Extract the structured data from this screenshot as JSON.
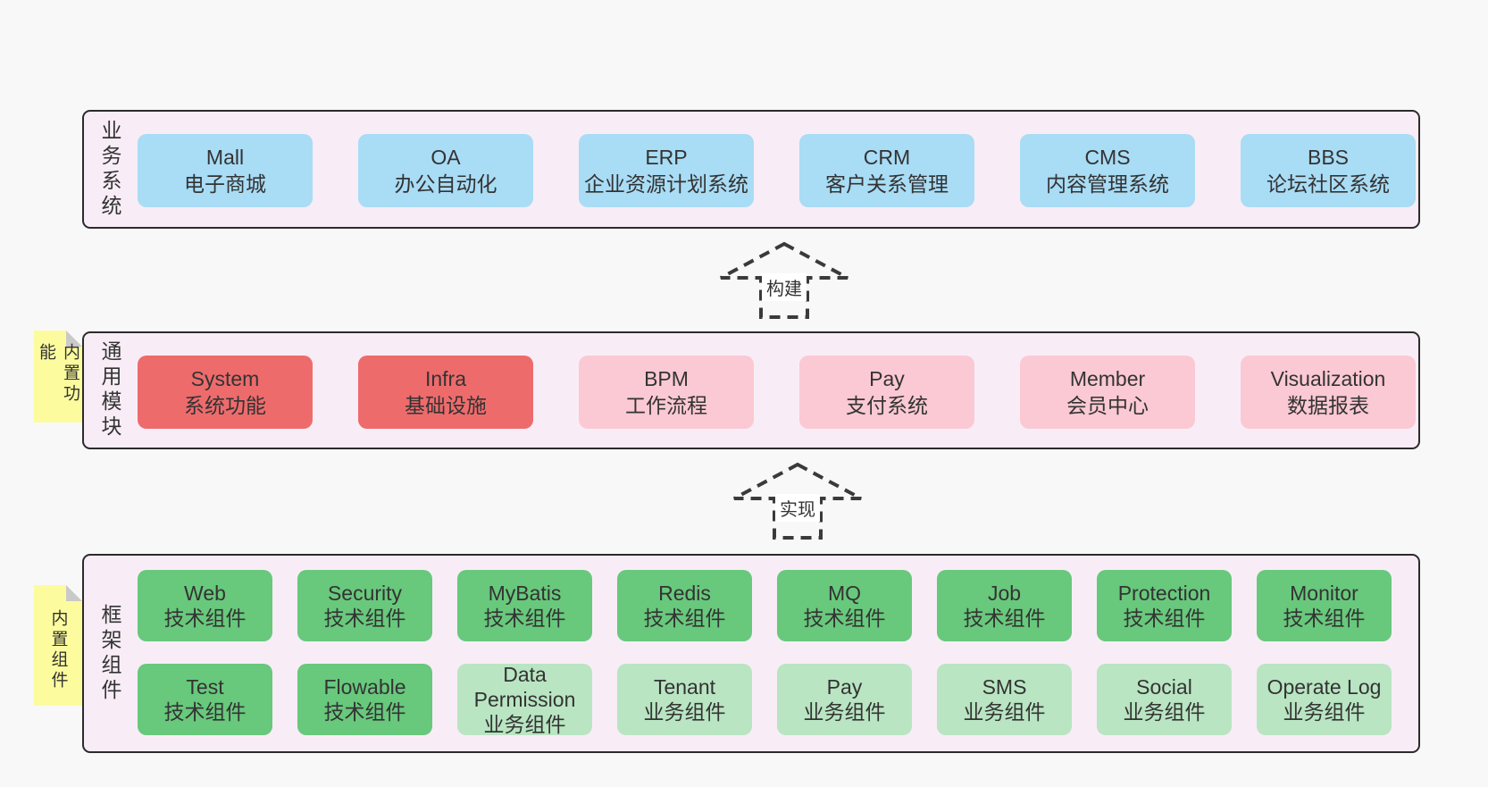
{
  "colors": {
    "page_bg": "#f8f8f8",
    "section_bg": "#f8edf6",
    "section_border": "#2b2b2b",
    "blue": "#a9dcf5",
    "red": "#ee6b6c",
    "pink": "#fbc9d3",
    "green": "#68c87c",
    "light_green": "#b9e5c2",
    "sticky_yellow": "#fcfc9e",
    "sticky_fold": "#c9c9c9",
    "text": "#333333"
  },
  "arrows": [
    {
      "label": "构建"
    },
    {
      "label": "实现"
    }
  ],
  "sections": [
    {
      "label": "业务系统",
      "sticky": "",
      "rows": [
        [
          {
            "title": "Mall",
            "subtitle": "电子商城",
            "color": "blue"
          },
          {
            "title": "OA",
            "subtitle": "办公自动化",
            "color": "blue"
          },
          {
            "title": "ERP",
            "subtitle": "企业资源计划系统",
            "color": "blue"
          },
          {
            "title": "CRM",
            "subtitle": "客户关系管理",
            "color": "blue"
          },
          {
            "title": "CMS",
            "subtitle": "内容管理系统",
            "color": "blue"
          },
          {
            "title": "BBS",
            "subtitle": "论坛社区系统",
            "color": "blue"
          }
        ]
      ]
    },
    {
      "label": "通用模块",
      "sticky": "内置功能",
      "rows": [
        [
          {
            "title": "System",
            "subtitle": "系统功能",
            "color": "red"
          },
          {
            "title": "Infra",
            "subtitle": "基础设施",
            "color": "red"
          },
          {
            "title": "BPM",
            "subtitle": "工作流程",
            "color": "pink"
          },
          {
            "title": "Pay",
            "subtitle": "支付系统",
            "color": "pink"
          },
          {
            "title": "Member",
            "subtitle": "会员中心",
            "color": "pink"
          },
          {
            "title": "Visualization",
            "subtitle": "数据报表",
            "color": "pink"
          }
        ]
      ]
    },
    {
      "label": "框架组件",
      "sticky": "内置组件",
      "rows": [
        [
          {
            "title": "Web",
            "subtitle": "技术组件",
            "color": "green"
          },
          {
            "title": "Security",
            "subtitle": "技术组件",
            "color": "green"
          },
          {
            "title": "MyBatis",
            "subtitle": "技术组件",
            "color": "green"
          },
          {
            "title": "Redis",
            "subtitle": "技术组件",
            "color": "green"
          },
          {
            "title": "MQ",
            "subtitle": "技术组件",
            "color": "green"
          },
          {
            "title": "Job",
            "subtitle": "技术组件",
            "color": "green"
          },
          {
            "title": "Protection",
            "subtitle": "技术组件",
            "color": "green"
          },
          {
            "title": "Monitor",
            "subtitle": "技术组件",
            "color": "green"
          }
        ],
        [
          {
            "title": "Test",
            "subtitle": "技术组件",
            "color": "green"
          },
          {
            "title": "Flowable",
            "subtitle": "技术组件",
            "color": "green"
          },
          {
            "title": "Data Permission",
            "subtitle": "业务组件",
            "color": "light_green"
          },
          {
            "title": "Tenant",
            "subtitle": "业务组件",
            "color": "light_green"
          },
          {
            "title": "Pay",
            "subtitle": "业务组件",
            "color": "light_green"
          },
          {
            "title": "SMS",
            "subtitle": "业务组件",
            "color": "light_green"
          },
          {
            "title": "Social",
            "subtitle": "业务组件",
            "color": "light_green"
          },
          {
            "title": "Operate Log",
            "subtitle": "业务组件",
            "color": "light_green"
          }
        ]
      ]
    }
  ]
}
